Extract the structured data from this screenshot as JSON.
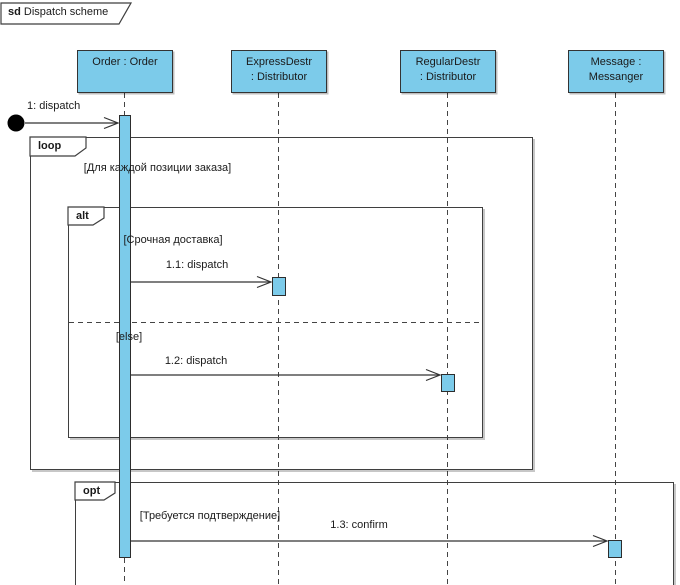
{
  "frame": {
    "keyword": "sd",
    "title": "Dispatch scheme"
  },
  "lifelines": [
    {
      "id": "order",
      "line1": "Order : Order",
      "line2": ""
    },
    {
      "id": "express",
      "line1": "ExpressDestr",
      "line2": ": Distributor"
    },
    {
      "id": "regular",
      "line1": "RegularDestr",
      "line2": ": Distributor"
    },
    {
      "id": "messanger",
      "line1": "Message :",
      "line2": "Messanger"
    }
  ],
  "messages": {
    "m1": "1: dispatch",
    "m11": "1.1: dispatch",
    "m12": "1.2: dispatch",
    "m13": "1.3: confirm"
  },
  "fragments": {
    "loop": {
      "operator": "loop",
      "guard": "[Для каждой позиции заказа]"
    },
    "alt": {
      "operator": "alt",
      "guard_if": "[Срочная доставка]",
      "guard_else": "[else]"
    },
    "opt": {
      "operator": "opt",
      "guard": "[Требуется подтверждение]"
    }
  },
  "colors": {
    "shape_fill": "#7ccbea",
    "line": "#3f3f3f",
    "found_message_dot": "#000000"
  }
}
